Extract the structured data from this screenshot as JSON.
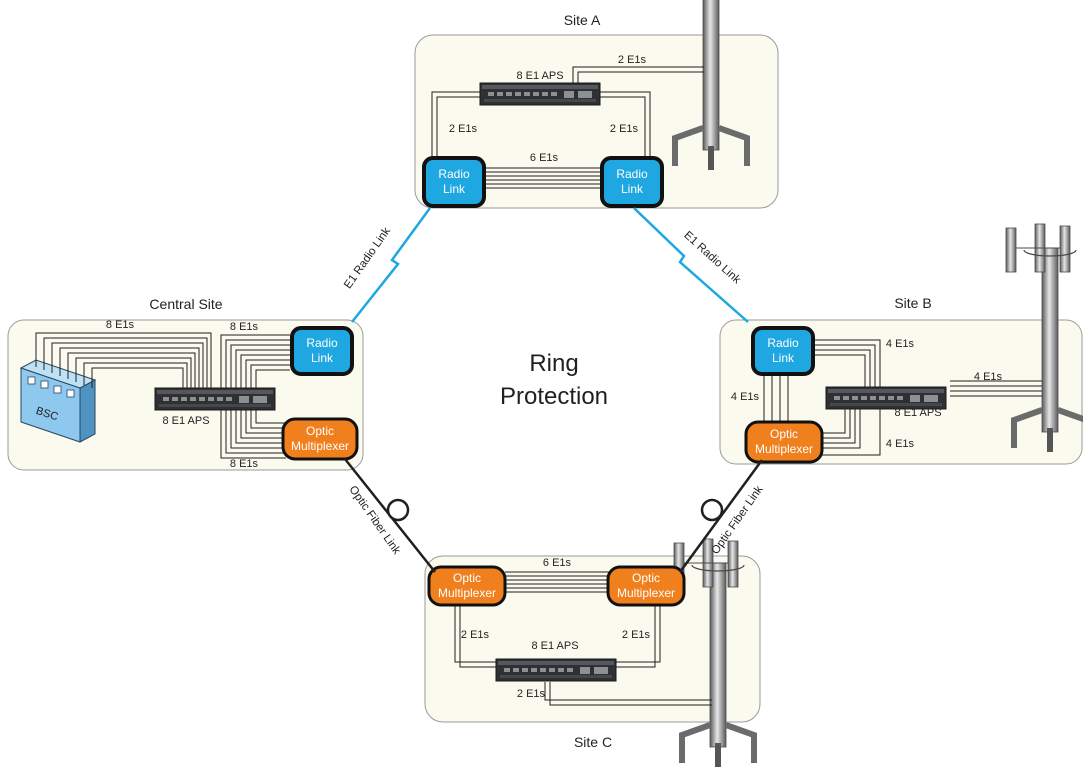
{
  "center_label": [
    "Ring",
    "Protection"
  ],
  "colors": {
    "site_fill": "#fbfaef",
    "site_stroke": "#9a9a9a",
    "radio_fill": "#1ea7e0",
    "optic_fill": "#f07f1e",
    "radio_beam": "#1ea7e0",
    "fiber": "#231f20"
  },
  "sites": {
    "a": {
      "name": "Site A",
      "aps": "8 E1 APS",
      "tower_link": "2 E1s",
      "left": "2 E1s",
      "right": "2 E1s",
      "between": "6 E1s",
      "box_left": [
        "Radio",
        "Link"
      ],
      "box_right": [
        "Radio",
        "Link"
      ]
    },
    "central": {
      "name": "Central Site",
      "bsc_label": "BSC",
      "bsc_link": "8 E1s",
      "aps": "8 E1 APS",
      "to_radio": "8 E1s",
      "to_optic": "8 E1s",
      "radio": [
        "Radio",
        "Link"
      ],
      "optic": [
        "Optic",
        "Multiplexer"
      ]
    },
    "b": {
      "name": "Site B",
      "radio": [
        "Radio",
        "Link"
      ],
      "optic": [
        "Optic",
        "Multiplexer"
      ],
      "radio_to_aps": "4 E1s",
      "vertical": "4 E1s",
      "optic_to_aps": "4 E1s",
      "tower_link": "4 E1s",
      "aps": "8 E1 APS"
    },
    "c": {
      "name": "Site C",
      "between": "6 E1s",
      "box_left": [
        "Optic",
        "Multiplexer"
      ],
      "box_right": [
        "Optic",
        "Multiplexer"
      ],
      "left": "2 E1s",
      "right": "2 E1s",
      "aps": "8 E1 APS",
      "tower_link": "2 E1s"
    }
  },
  "links": {
    "left_radio": "E1 Radio Link",
    "right_radio": "E1 Radio Link",
    "left_fiber": "Optic Fiber Link",
    "right_fiber": "Optic Fiber Link"
  }
}
